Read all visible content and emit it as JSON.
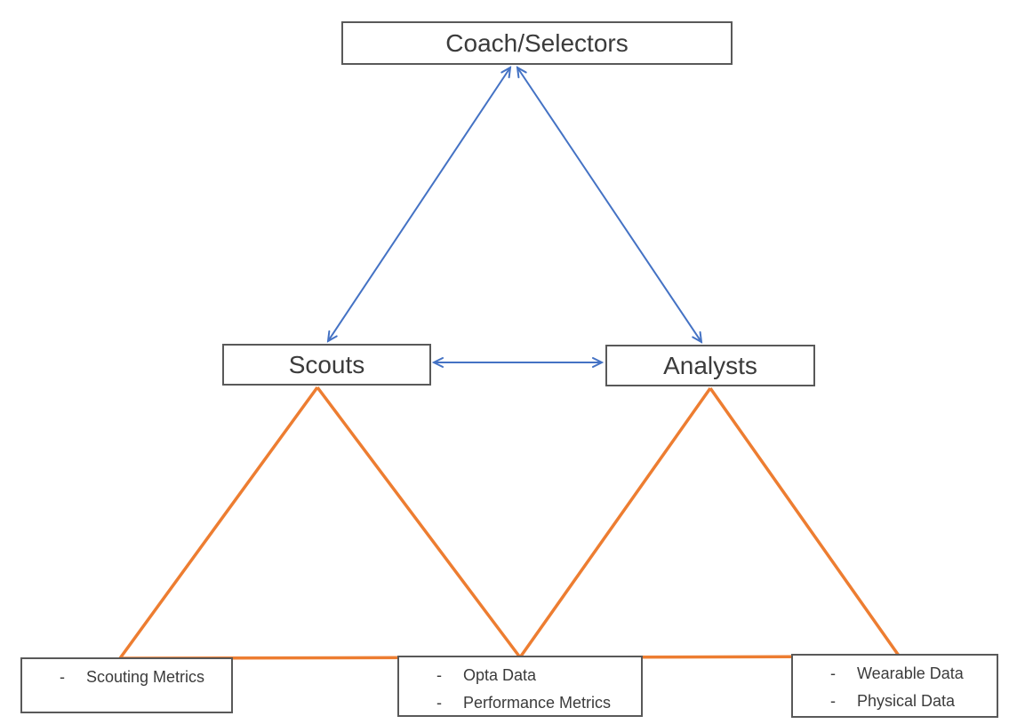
{
  "diagram": {
    "bullet_char": "-",
    "colors": {
      "arrow_blue": "#4472C4",
      "line_orange": "#ED7D31",
      "box_border": "#595959"
    },
    "nodes": {
      "coach": {
        "label": "Coach/Selectors"
      },
      "scouts": {
        "label": "Scouts"
      },
      "analysts": {
        "label": "Analysts"
      },
      "scouting_metrics": {
        "items": [
          "Scouting Metrics"
        ]
      },
      "opta": {
        "items": [
          "Opta Data",
          "Performance Metrics"
        ]
      },
      "wearable": {
        "items": [
          "Wearable Data",
          "Physical Data"
        ]
      }
    }
  }
}
